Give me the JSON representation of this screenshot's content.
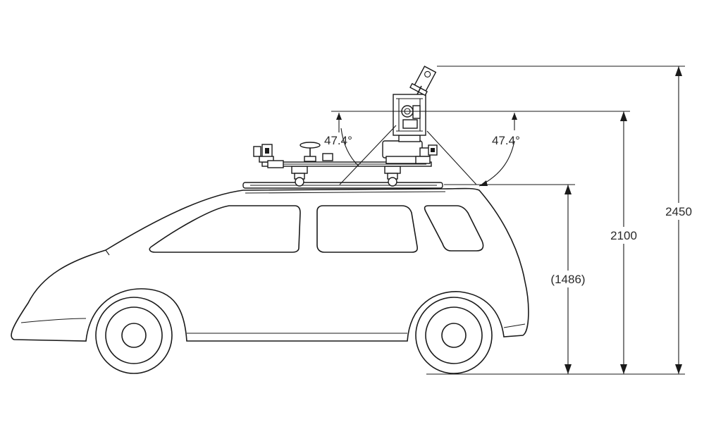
{
  "dimensions": {
    "total_height": "2450",
    "roof_rack_height": "2100",
    "roof_height": "(1486)"
  },
  "angles": {
    "left_view_angle": "47.4°",
    "right_view_angle": "47.4°"
  },
  "colors": {
    "line": "#1a1a1a",
    "background": "#ffffff"
  }
}
